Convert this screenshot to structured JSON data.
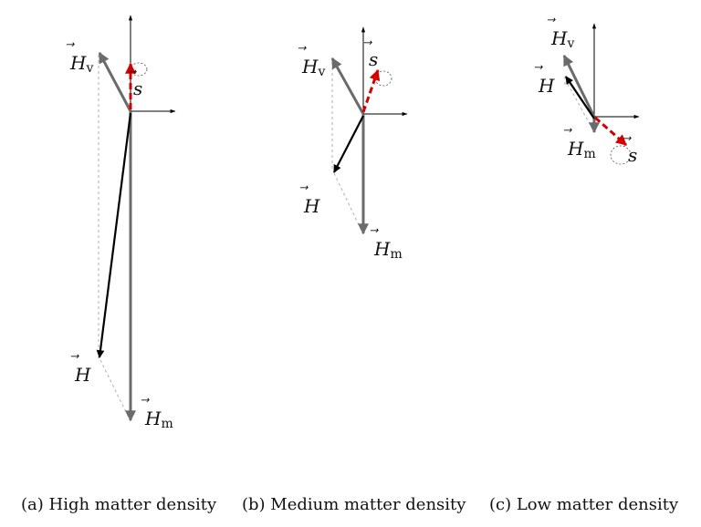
{
  "vectors": {
    "H": "H",
    "H_v": "H",
    "H_m": "H",
    "s": "s",
    "sub_v": "v",
    "sub_m": "m",
    "arrow_mark": "⃗"
  },
  "captions": {
    "a": "(a) High matter density",
    "b": "(b) Medium matter density",
    "c": "(c) Low matter density"
  },
  "colors": {
    "axis": "#000000",
    "H_total": "#000000",
    "H_component": "#6b6b6b",
    "s_vector": "#d40000",
    "projection_line": "#b0b0b0"
  }
}
